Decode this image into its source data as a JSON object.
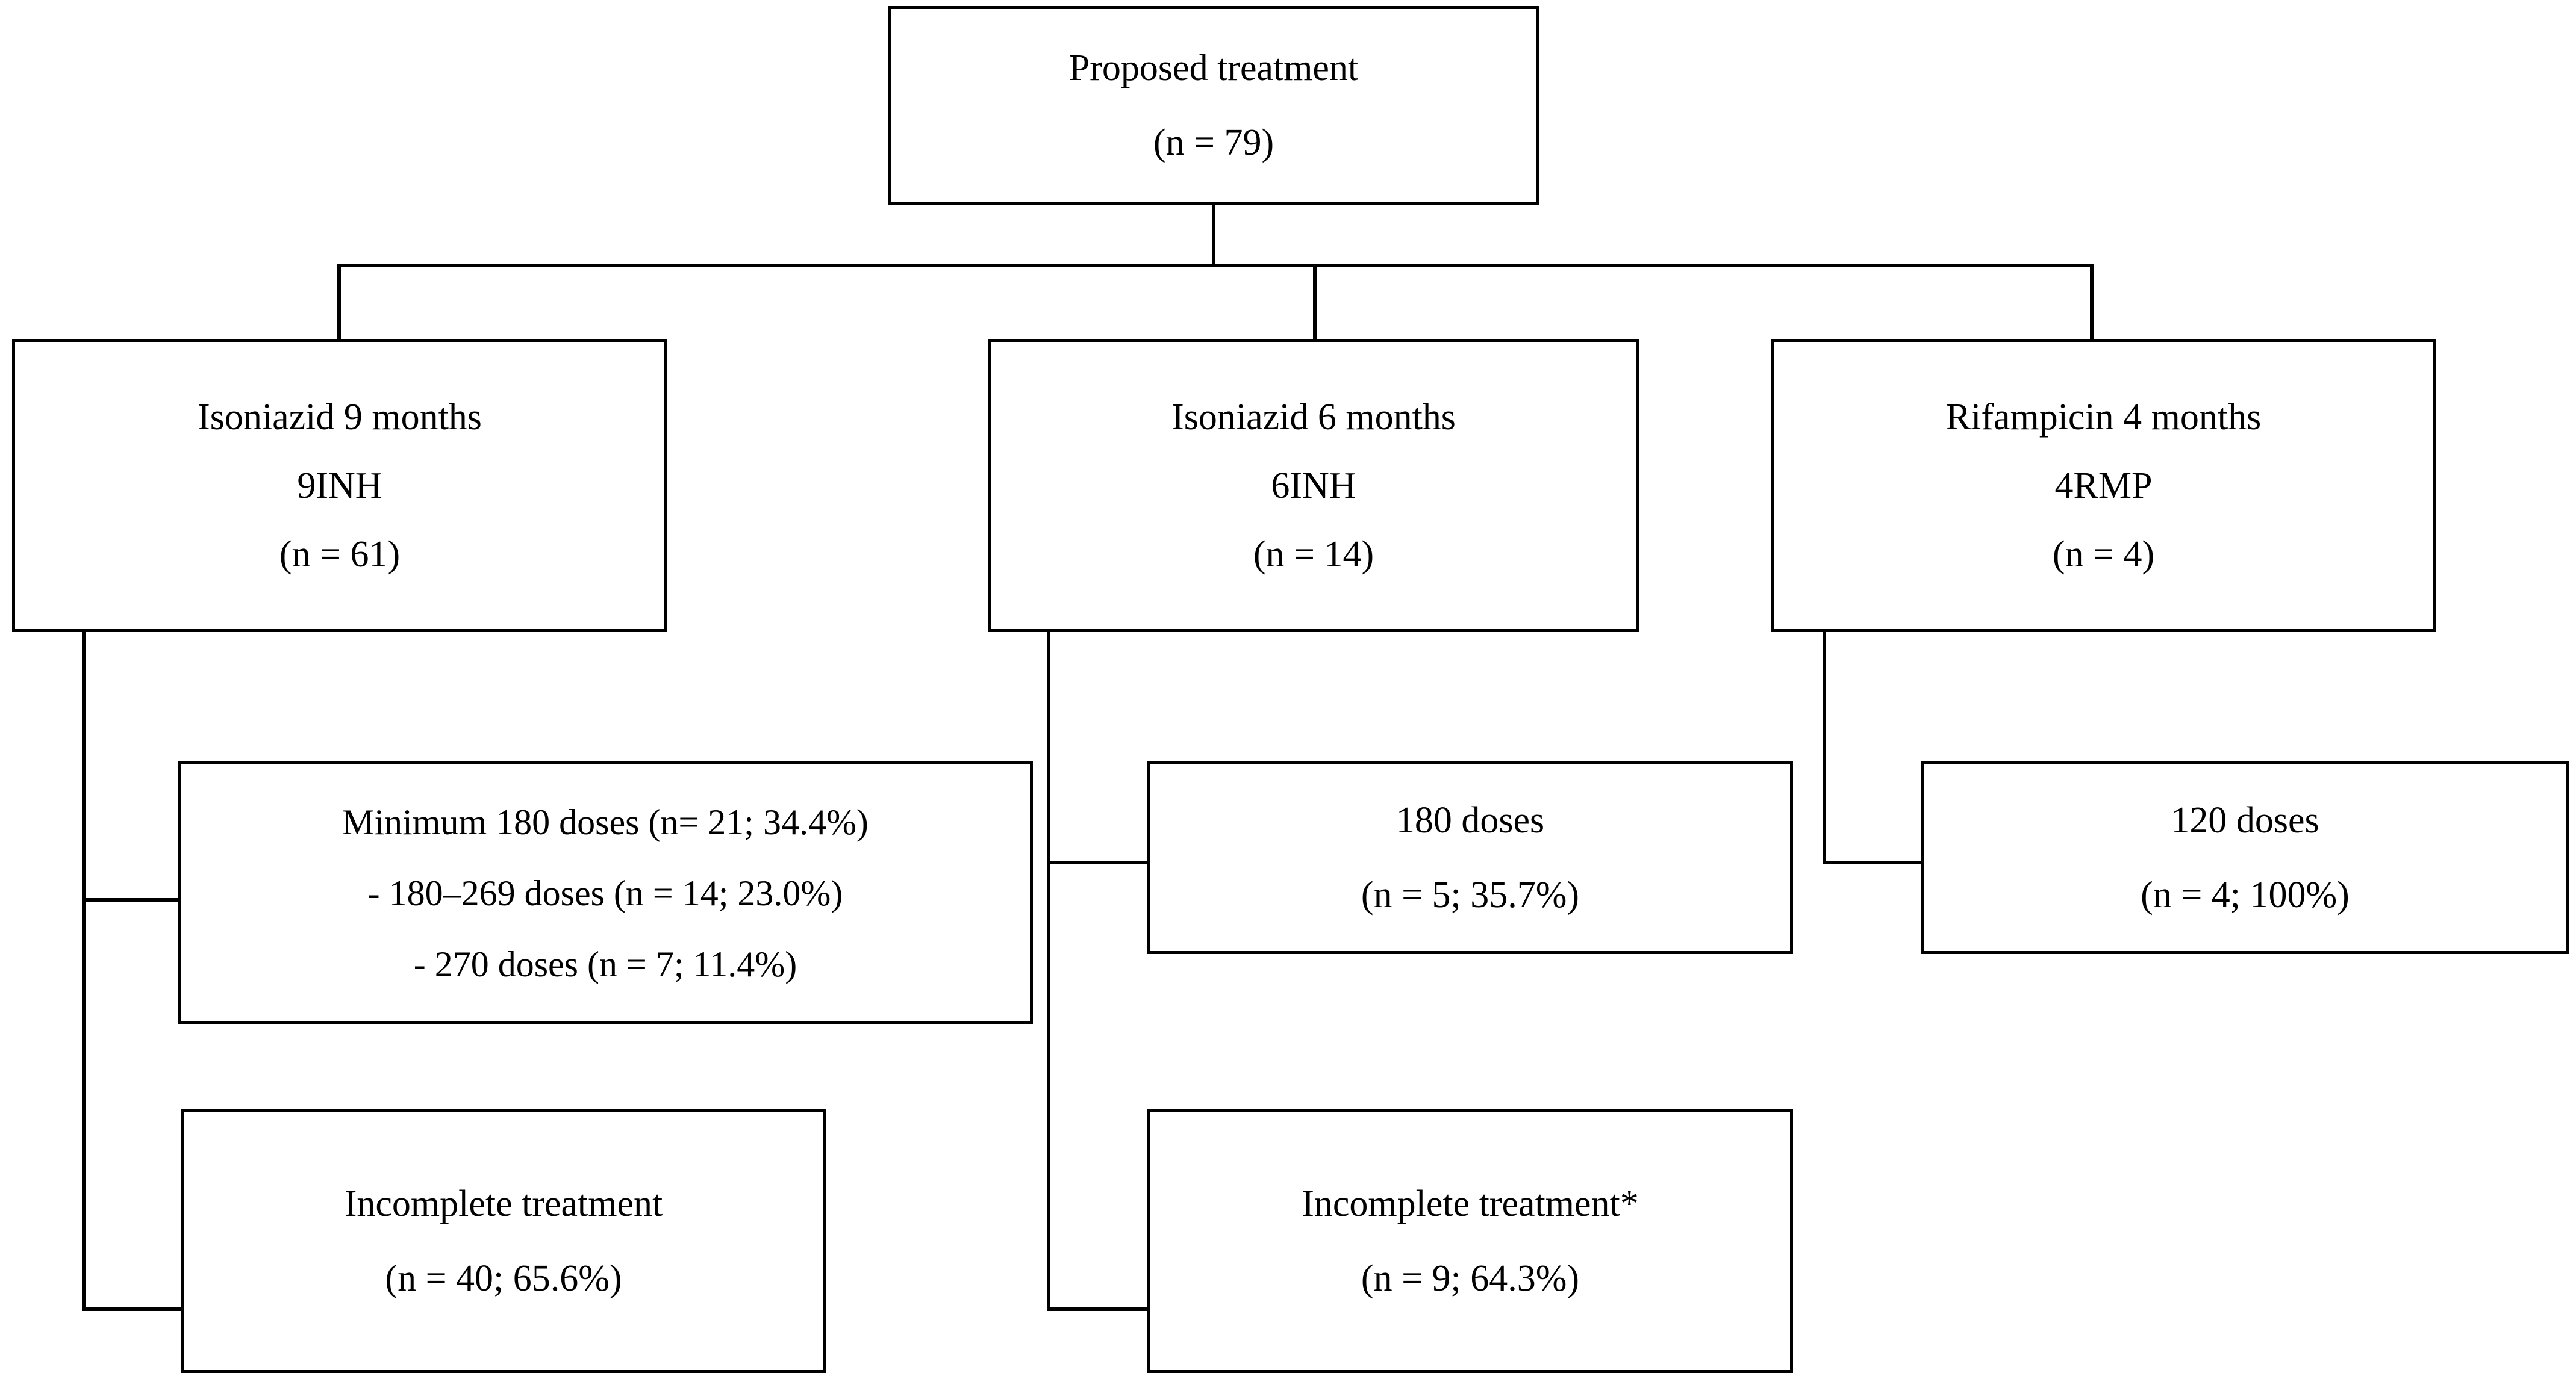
{
  "diagram": {
    "title": "Proposed treatment flow diagram",
    "colors": {
      "line": "#000000",
      "box_border": "#000000",
      "background": "#ffffff",
      "text": "#000000"
    },
    "root": {
      "line1": "Proposed treatment",
      "line2": "(n = 79)"
    },
    "branches": [
      {
        "name": "isoniazid-9-months",
        "line1": "Isoniazid 9 months",
        "line2": "9INH",
        "line3": "(n = 61)"
      },
      {
        "name": "isoniazid-6-months",
        "line1": "Isoniazid 6 months",
        "line2": "6INH",
        "line3": "(n = 14)"
      },
      {
        "name": "rifampicin-4-months",
        "line1": "Rifampicin 4 months",
        "line2": "4RMP",
        "line3": "(n = 4)"
      }
    ],
    "outcomes": {
      "inh9_completed": {
        "line1": "Minimum 180 doses (n= 21; 34.4%)",
        "line2": "- 180–269 doses (n = 14; 23.0%)",
        "line3": "- 270 doses (n = 7; 11.4%)"
      },
      "inh9_incomplete": {
        "line1": "Incomplete treatment",
        "line2": "(n = 40; 65.6%)"
      },
      "inh6_completed": {
        "line1": "180 doses",
        "line2": "(n = 5; 35.7%)"
      },
      "inh6_incomplete": {
        "line1": "Incomplete treatment*",
        "line2": "(n = 9; 64.3%)"
      },
      "rmp4_completed": {
        "line1": "120 doses",
        "line2": "(n = 4; 100%)"
      }
    }
  },
  "chart_data": {
    "type": "table",
    "title": "Proposed treatment",
    "total_n": 79,
    "nodes": [
      {
        "id": "root",
        "label": "Proposed treatment",
        "n": 79
      },
      {
        "id": "9INH",
        "label": "Isoniazid 9 months",
        "n": 61
      },
      {
        "id": "6INH",
        "label": "Isoniazid 6 months",
        "n": 14
      },
      {
        "id": "4RMP",
        "label": "Rifampicin 4 months",
        "n": 4
      },
      {
        "id": "9INH-min180",
        "label": "Minimum 180 doses",
        "n": 21,
        "percent": 34.4
      },
      {
        "id": "9INH-180-269",
        "label": "180–269 doses",
        "n": 14,
        "percent": 23.0
      },
      {
        "id": "9INH-270",
        "label": "270 doses",
        "n": 7,
        "percent": 11.4
      },
      {
        "id": "9INH-incomplete",
        "label": "Incomplete treatment",
        "n": 40,
        "percent": 65.6
      },
      {
        "id": "6INH-180",
        "label": "180 doses",
        "n": 5,
        "percent": 35.7
      },
      {
        "id": "6INH-incomplete",
        "label": "Incomplete treatment*",
        "n": 9,
        "percent": 64.3
      },
      {
        "id": "4RMP-120",
        "label": "120 doses",
        "n": 4,
        "percent": 100
      }
    ]
  }
}
